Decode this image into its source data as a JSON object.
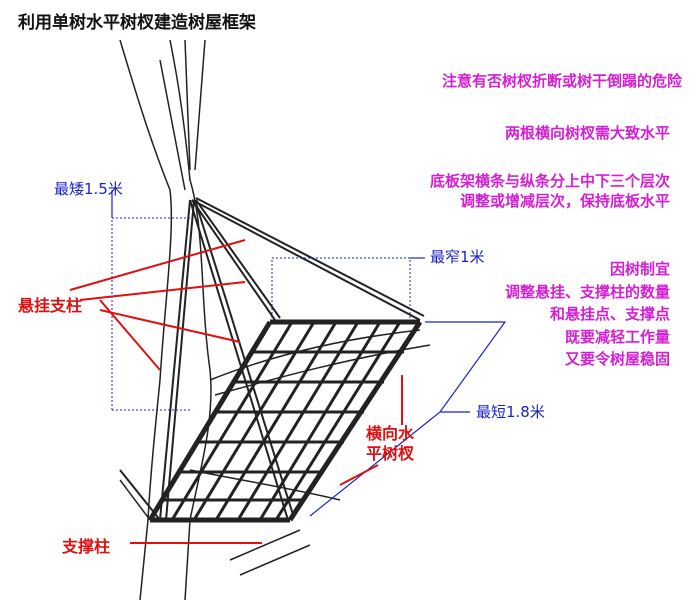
{
  "title": "利用单树水平树杈建造树屋框架",
  "notes": {
    "danger": "注意有否树杈折断或树干倒蹋的危险",
    "level": "两根横向树杈需大致水平",
    "layers1": "底板架横条与纵条分上中下三个层次",
    "layers2": "调整或增减层次，保持底板水平",
    "adapt": [
      "因树制宜",
      "调整悬挂、支撑柱的数量",
      "和悬挂点、支撑点",
      "既要减轻工作量",
      "又要令树屋稳固"
    ]
  },
  "dimensions": {
    "min_height": "最矮1.5米",
    "min_width": "最窄1米",
    "min_length": "最短1.8米"
  },
  "labels": {
    "hanging_posts": "悬挂支柱",
    "branch1": "横向水",
    "branch2": "平树杈",
    "support_post": "支撑柱"
  },
  "colors": {
    "magenta": "#d41fd4",
    "blue": "#1a22c8",
    "red": "#e01010"
  }
}
